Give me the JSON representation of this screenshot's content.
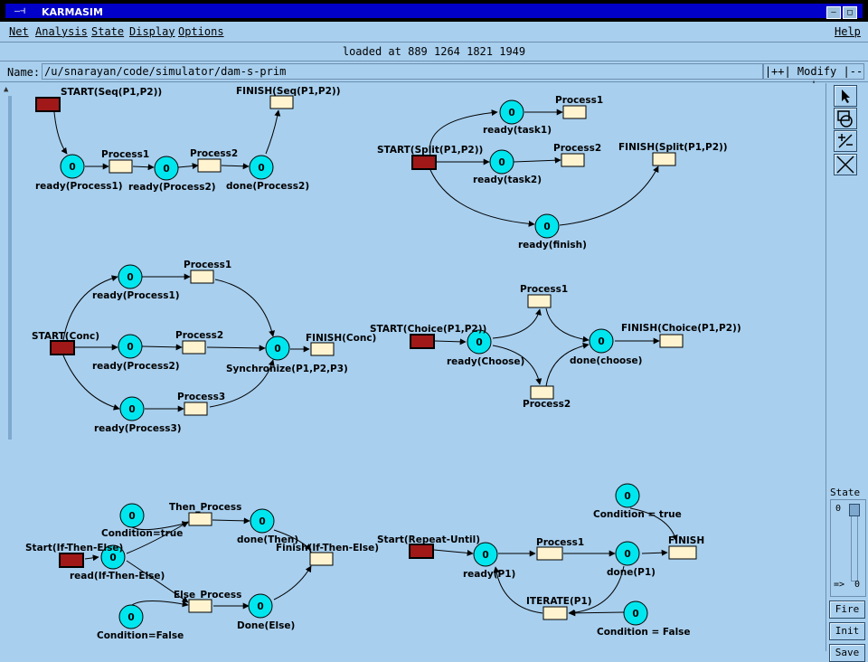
{
  "window": {
    "title": "KARMASIM",
    "menu_glyph": "—⊣"
  },
  "menu": {
    "items": [
      "Net",
      "Analysis",
      "State",
      "Display",
      "Options"
    ],
    "help": "Help"
  },
  "status": "loaded at 889 1264 1821 1949",
  "name_bar": {
    "label": "Name:",
    "value": "/u/snarayan/code/simulator/dam-s-prim",
    "modify": "|++| Modify |--|"
  },
  "state_panel": {
    "label": "State",
    "value": "0",
    "arrow": "=>",
    "arrow_value": "0",
    "buttons": [
      "Fire",
      "Init",
      "Save"
    ]
  },
  "nets": {
    "seq": {
      "start": "START(Seq(P1,P2))",
      "finish": "FINISH(Seq(P1,P2))",
      "t_process1": "Process1",
      "t_process2": "Process2",
      "p_ready1": "ready(Process1)",
      "p_ready2": "ready(Process2)",
      "p_done2": "done(Process2)"
    },
    "split": {
      "start": "START(Split(P1,P2))",
      "finish": "FINISH(Split(P1,P2))",
      "t_process1": "Process1",
      "t_process2": "Process2",
      "p_task1": "ready(task1)",
      "p_task2": "ready(task2)",
      "p_finish": "ready(finish)"
    },
    "conc": {
      "start": "START(Conc)",
      "finish": "FINISH(Conc)",
      "t_process1": "Process1",
      "t_process2": "Process2",
      "t_process3": "Process3",
      "p_ready1": "ready(Process1)",
      "p_ready2": "ready(Process2)",
      "p_ready3": "ready(Process3)",
      "p_sync": "Synchronize(P1,P2,P3)"
    },
    "choice": {
      "start": "START(Choice(P1,P2))",
      "finish": "FINISH(Choice(P1,P2))",
      "t_process1": "Process1",
      "t_process2": "Process2",
      "p_ready": "ready(Choose)",
      "p_done": "done(choose)"
    },
    "ifelse": {
      "start": "Start(If-Then-Else)",
      "finish": "Finish(If-Then-Else)",
      "t_then": "Then_Process",
      "t_else": "Else_Process",
      "p_read": "read(If-Then-Else)",
      "p_cond_true": "Condition=true",
      "p_cond_false": "Condition=False",
      "p_done_then": "done(Then)",
      "p_done_else": "Done(Else)"
    },
    "repeat": {
      "start": "Start(Repeat-Until)",
      "finish": "FINISH",
      "t_process1": "Process1",
      "t_iterate": "ITERATE(P1)",
      "p_ready": "ready(P1)",
      "p_done": "done(P1)",
      "p_cond_true": "Condition = true",
      "p_cond_false": "Condition = False"
    }
  },
  "token": "0",
  "colors": {
    "background": "#a8cfee",
    "place_fill": "#00e6ee",
    "transition_fill": "#fff4cf",
    "start_fill": "#a01818"
  }
}
